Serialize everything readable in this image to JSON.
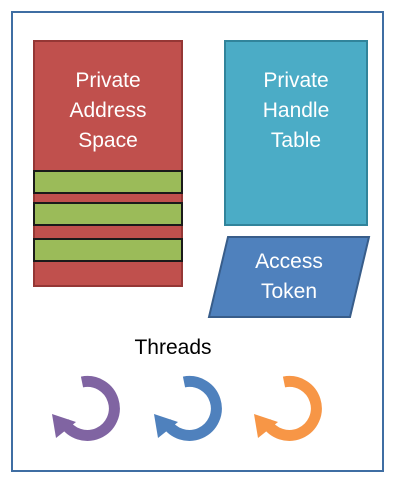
{
  "diagram": {
    "address_space": {
      "label": "Private\nAddress\nSpace",
      "page_count": 3
    },
    "handle_table": {
      "label": "Private\nHandle\nTable"
    },
    "access_token": {
      "label": "Access\nToken"
    },
    "threads": {
      "label": "Threads",
      "icons": [
        "thread-arrow-icon",
        "thread-arrow-icon",
        "thread-arrow-icon"
      ]
    }
  },
  "colors": {
    "frame_border": "#3f6ea3",
    "address_space_fill": "#c0504d",
    "address_space_border": "#953735",
    "page_fill": "#9bbb59",
    "handle_table_fill": "#4bacc6",
    "handle_table_border": "#31849b",
    "access_token_fill": "#4f81bd",
    "access_token_border": "#385d8a",
    "thread_1": "#8064a2",
    "thread_2": "#4f81bd",
    "thread_3": "#f79646",
    "text_light": "#ffffff",
    "text_dark": "#000000"
  }
}
